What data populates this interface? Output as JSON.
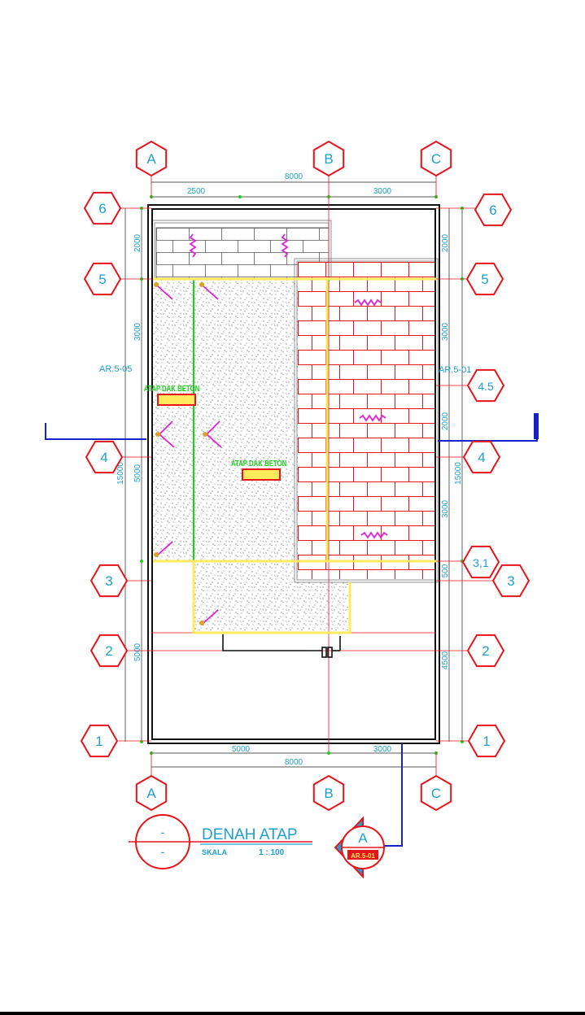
{
  "colors": {
    "grid": "#e8141b",
    "cyan": "#1e9fd0",
    "green": "#19d219",
    "magenta": "#e020d8",
    "yellow": "#ffe95c",
    "blue": "#1523c9",
    "frame": "#111111"
  },
  "grid_x": [
    {
      "label": "A"
    },
    {
      "label": "B"
    },
    {
      "label": "C"
    }
  ],
  "grid_y_left": [
    {
      "label": "6"
    },
    {
      "label": "5"
    },
    {
      "label": "4"
    },
    {
      "label": "3"
    },
    {
      "label": "2"
    },
    {
      "label": "1"
    }
  ],
  "grid_y_right": [
    {
      "label": "6"
    },
    {
      "label": "5"
    },
    {
      "label": "4.5"
    },
    {
      "label": "4"
    },
    {
      "label": "3,1"
    },
    {
      "label": "3"
    },
    {
      "label": "2"
    },
    {
      "label": "1"
    }
  ],
  "dimensions": {
    "top_total": "8000",
    "top_left": "2500",
    "top_right": "3000",
    "bottom_left": "5000",
    "bottom_right": "3000",
    "bottom_total": "8000",
    "left_2000": "2000",
    "left_3000": "3000",
    "left_5000": "5000",
    "left_total": "15000",
    "left_lower": "5000",
    "right_2000a": "2000",
    "right_3000a": "3000",
    "right_2000b": "2000",
    "right_3000b": "3000",
    "right_total": "15000",
    "right_500": "500",
    "right_lower": "4500"
  },
  "section_marks": {
    "left": "AR.5-05",
    "right": "AR.5-01"
  },
  "labels": {
    "roof_label_1": "ATAP DAK BETON",
    "roof_label_2": "ATAP DAK BETON"
  },
  "callout": {
    "letter": "A",
    "sheet": "AR.5-01"
  },
  "title_block": {
    "symbol_top": "-",
    "symbol_bottom": "-",
    "title": "DENAH ATAP",
    "scale_label": "SKALA",
    "scale_value": "1 : 100"
  }
}
